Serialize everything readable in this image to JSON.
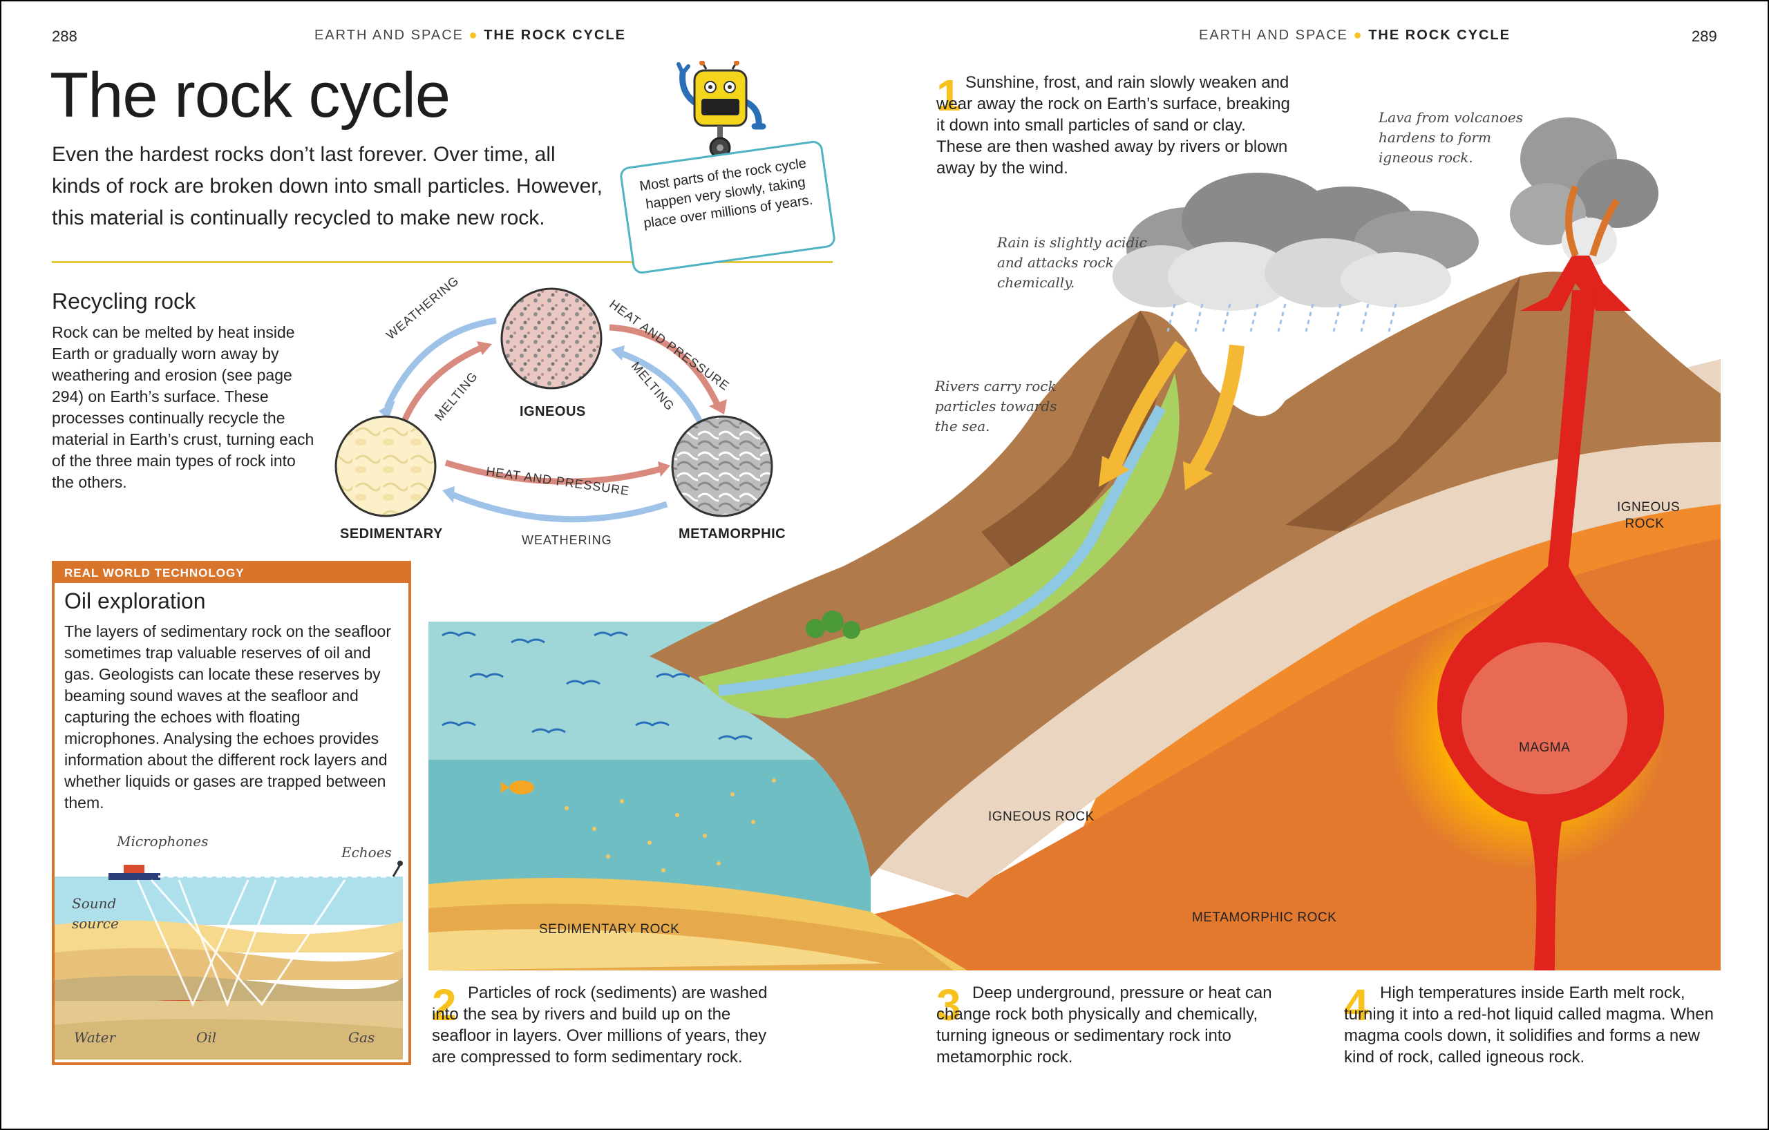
{
  "header": {
    "left_page": "288",
    "right_page": "289",
    "section_left": "EARTH AND SPACE",
    "topic_left": "THE ROCK CYCLE",
    "section_right": "EARTH AND SPACE",
    "topic_right": "THE ROCK CYCLE"
  },
  "title": "The rock cycle",
  "intro": "Even the hardest rocks don’t last forever. Over time, all kinds of rock are broken down into small particles. However, this material is continually recycled to make new rock.",
  "robot_note": "Most parts of the rock cycle happen very slowly, taking place over millions of years.",
  "recycling": {
    "heading": "Recycling rock",
    "body": "Rock can be melted by heat inside Earth or gradually worn away by weathering and erosion (see page 294) on Earth’s surface. These processes continually recycle the material in Earth’s crust, turning each of the three main types of rock into the others."
  },
  "cycle": {
    "igneous": "IGNEOUS",
    "sedimentary": "SEDIMENTARY",
    "metamorphic": "METAMORPHIC",
    "weathering_top": "WEATHERING",
    "melting_left": "MELTING",
    "heat_pressure_top": "HEAT AND PRESSURE",
    "melting_right": "MELTING",
    "heat_pressure_bottom": "HEAT AND PRESSURE",
    "weathering_bottom": "WEATHERING"
  },
  "oil": {
    "tag": "REAL WORLD TECHNOLOGY",
    "heading": "Oil exploration",
    "body": "The layers of sedimentary rock on the seafloor sometimes trap valuable reserves of oil and gas. Geologists can locate these reserves by beaming sound waves at the seafloor and capturing the echoes with floating microphones. Analysing the echoes provides information about the different rock layers and whether liquids or gases are trapped between them.",
    "labels": {
      "microphones": "Microphones",
      "echoes": "Echoes",
      "sound": "Sound",
      "source": "source",
      "water": "Water",
      "oil": "Oil",
      "gas": "Gas"
    }
  },
  "steps": [
    {
      "num": "1",
      "text": "Sunshine, frost, and rain slowly weaken and wear away the rock on Earth’s surface, breaking it down into small particles of sand or clay. These are then washed away by rivers or blown away by the wind."
    },
    {
      "num": "2",
      "text": "Particles of rock (sediments) are washed into the sea by rivers and build up on the seafloor in layers. Over millions of years, they are compressed to form sedimentary rock."
    },
    {
      "num": "3",
      "text": "Deep underground, pressure or heat can change rock both physically and chemically, turning igneous or sedimentary rock into metamorphic rock."
    },
    {
      "num": "4",
      "text": "High temperatures inside Earth melt rock, turning it into a red-hot liquid called magma. When magma cools down, it solidifies and forms a new kind of rock, called igneous rock."
    }
  ],
  "notes": {
    "rain": "Rain is slightly acidic and attacks rock chemically.",
    "rivers": "Rivers carry rock particles towards the sea.",
    "lava": "Lava from volcanoes hardens to form igneous rock."
  },
  "diagram_labels": {
    "igneous_right": "IGNEOUS ROCK",
    "igneous_mid": "IGNEOUS ROCK",
    "magma": "MAGMA",
    "metamorphic": "METAMORPHIC ROCK",
    "sedimentary": "SEDIMENTARY ROCK"
  },
  "colors": {
    "accent_yellow": "#f7c21e",
    "oil_orange": "#d9742b",
    "magma_red": "#e0231d"
  }
}
